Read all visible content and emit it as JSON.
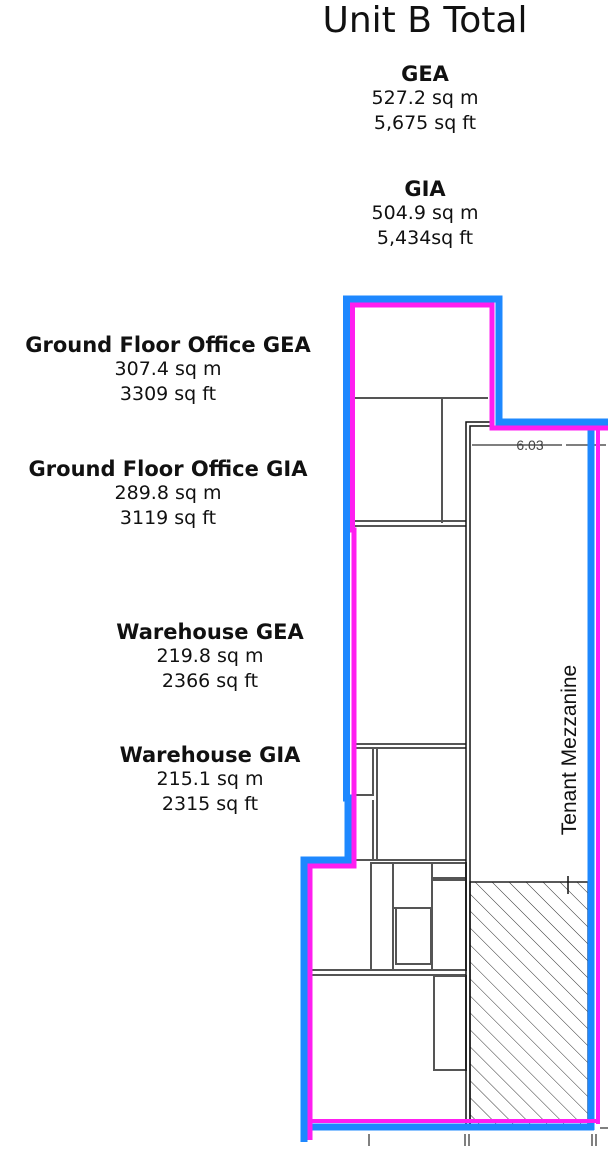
{
  "title": "Unit B Total",
  "totals": {
    "gea": {
      "label": "GEA",
      "sqm": "527.2 sq m",
      "sqft": "5,675 sq ft"
    },
    "gia": {
      "label": "GIA",
      "sqm": "504.9 sq m",
      "sqft": "5,434sq ft"
    }
  },
  "areas": [
    {
      "label": "Ground Floor Office GEA",
      "sqm": "307.4 sq m",
      "sqft": "3309 sq ft"
    },
    {
      "label": "Ground Floor Office GIA",
      "sqm": "289.8 sq m",
      "sqft": "3119 sq ft"
    },
    {
      "label": "Warehouse GEA",
      "sqm": "219.8 sq m",
      "sqft": "2366 sq ft"
    },
    {
      "label": "Warehouse GIA",
      "sqm": "215.1 sq m",
      "sqft": "2315 sq ft"
    }
  ],
  "plan": {
    "dimension": "6.03",
    "mezzanine_label": "Tenant Mezzanine",
    "colors": {
      "gea_outline": "#1e88ff",
      "gia_outline": "#ff1ef0",
      "walls": "#555555"
    }
  }
}
